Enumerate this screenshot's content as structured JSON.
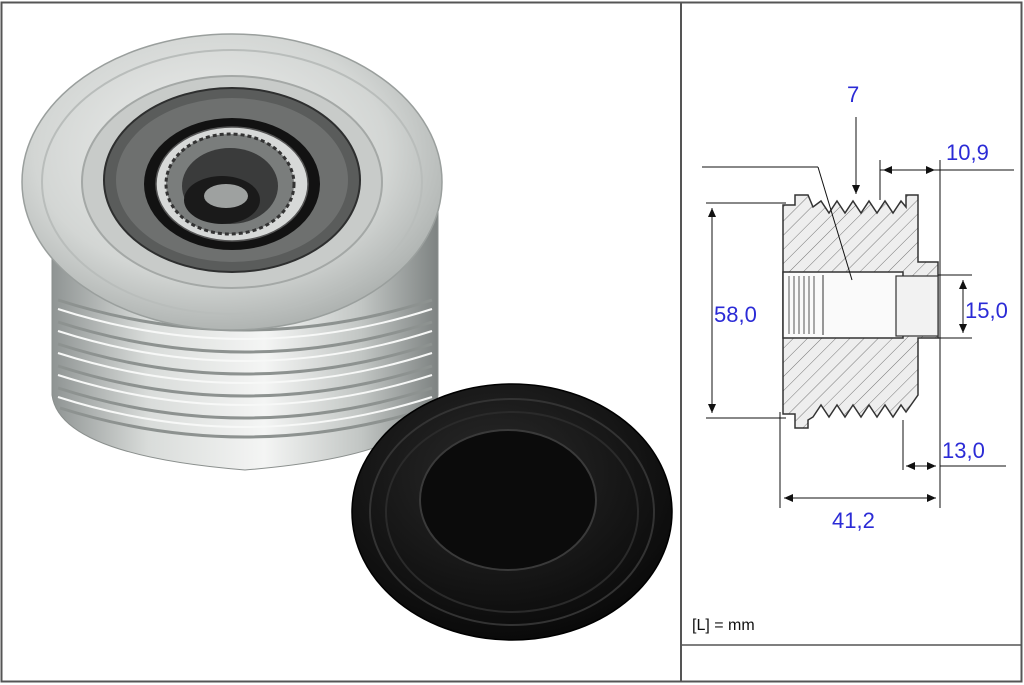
{
  "photo": {
    "pulley": "alternator-pulley",
    "cap": "protective-cap"
  },
  "dimensions": {
    "groove_count": "7",
    "offset_top": "10,9",
    "outer_diameter": "58,0",
    "bore_diameter": "15,0",
    "offset_bottom": "13,0",
    "total_width": "41,2"
  },
  "units_note": "[L] = mm",
  "colors": {
    "dimension_text": "#2b2bd6",
    "frame": "#555555",
    "cap": "#101010",
    "pulley_metal": "#c9ccca"
  }
}
